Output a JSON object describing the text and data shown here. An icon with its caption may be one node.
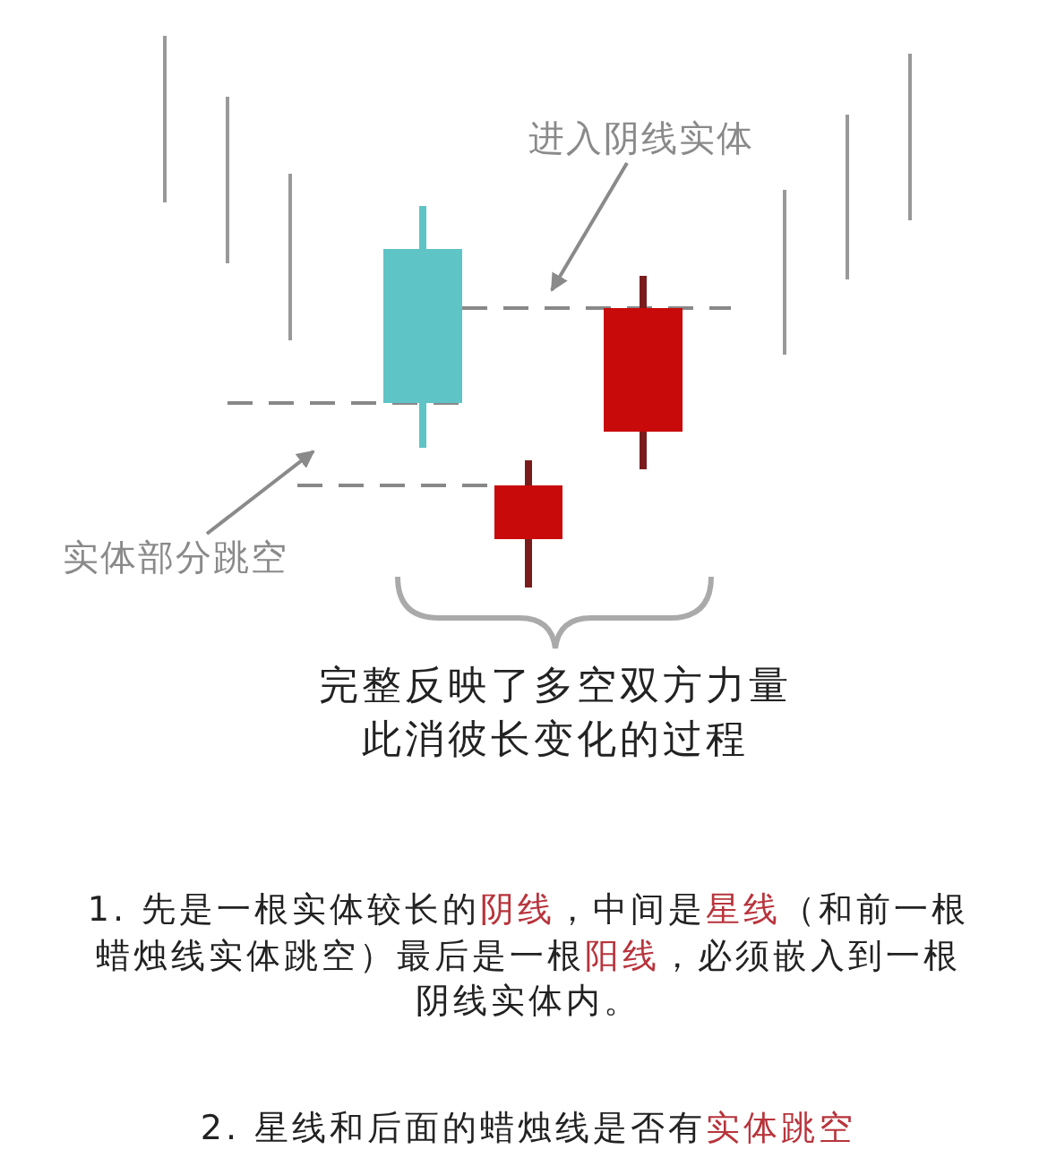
{
  "diagram": {
    "nodes": [
      {
        "text": [
          "进入阴线实体"
        ]
      },
      {
        "text": [
          "实体部分跳空"
        ]
      }
    ],
    "edges": [
      {
        "from": 0,
        "to": null,
        "arrow": "to"
      },
      {
        "from": 1,
        "to": null,
        "arrow": "to"
      }
    ],
    "labels": [
      "完整反映了多空双方力量此消彼长变化的过程",
      "1. 先是一根实体较长的**阴线**，中间是**星线**（和前一根蜡烛线实体跳空）最后是一根**阳线**，必须嵌入到一根阴线实体内。",
      "2. 星线和后面的蜡烛线是否有**实体跳空**"
    ]
  }
}
